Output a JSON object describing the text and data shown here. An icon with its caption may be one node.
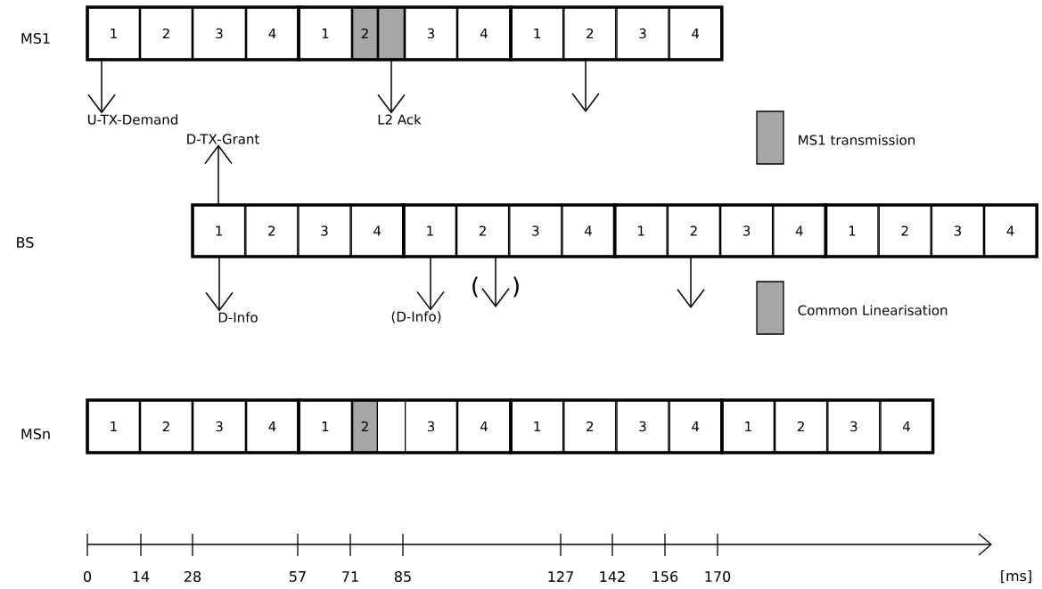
{
  "diagram": {
    "nodes": [
      {
        "text": [
          "1"
        ]
      },
      {
        "text": [
          "2"
        ]
      },
      {
        "text": [
          "3"
        ]
      },
      {
        "text": [
          "4"
        ]
      },
      {
        "text": [
          "1"
        ]
      },
      {
        "text": [
          "2"
        ]
      },
      {
        "text": [],
        "shape": "box"
      },
      {
        "text": [
          "3"
        ]
      },
      {
        "text": [
          "4"
        ]
      },
      {
        "text": [
          "1"
        ]
      },
      {
        "text": [
          "2"
        ]
      },
      {
        "text": [
          "3"
        ]
      },
      {
        "text": [
          "4"
        ]
      },
      {
        "text": [
          "U-TX-Demand"
        ]
      },
      {
        "text": [
          "L2 Ack"
        ]
      },
      {
        "text": [
          "D-TX-Grant"
        ]
      },
      {
        "text": [
          "1"
        ]
      },
      {
        "text": [
          "2"
        ]
      },
      {
        "text": [
          "3"
        ]
      },
      {
        "text": [
          "4"
        ]
      },
      {
        "text": [
          "1"
        ]
      },
      {
        "text": [
          "2"
        ]
      },
      {
        "text": [
          "3"
        ]
      },
      {
        "text": [
          "4"
        ]
      },
      {
        "text": [
          "1"
        ]
      },
      {
        "text": [
          "2"
        ]
      },
      {
        "text": [
          "3"
        ]
      },
      {
        "text": [
          "4"
        ]
      },
      {
        "text": [
          "1"
        ]
      },
      {
        "text": [
          "2"
        ]
      },
      {
        "text": [
          "3"
        ]
      },
      {
        "text": [
          "4"
        ]
      },
      {
        "text": [
          "D-Info"
        ]
      },
      {
        "text": [
          "(D-Info)"
        ]
      },
      {
        "text": [
          "1"
        ]
      },
      {
        "text": [
          "2"
        ]
      },
      {
        "text": [
          "3"
        ]
      },
      {
        "text": [
          "4"
        ]
      },
      {
        "text": [
          "1"
        ]
      },
      {
        "text": [
          "2"
        ]
      },
      {
        "text": [
          "3"
        ]
      },
      {
        "text": [
          "4"
        ]
      },
      {
        "text": [
          "1"
        ]
      },
      {
        "text": [
          "2"
        ]
      },
      {
        "text": [
          "3"
        ]
      },
      {
        "text": [
          "4"
        ]
      },
      {
        "text": [
          "1"
        ]
      },
      {
        "text": [
          "2"
        ]
      },
      {
        "text": [
          "3"
        ]
      },
      {
        "text": [
          "4"
        ]
      }
    ],
    "edges": [
      {
        "from": 0,
        "to": 13,
        "arrow": "to"
      },
      {
        "from": 6,
        "to": 14,
        "arrow": "to"
      },
      {
        "from": 10,
        "to": null,
        "arrow": "to"
      },
      {
        "from": 16,
        "to": 15,
        "arrow": "to"
      },
      {
        "from": 16,
        "to": 32,
        "arrow": "to"
      },
      {
        "from": 20,
        "to": 33,
        "arrow": "to"
      },
      {
        "from": 21,
        "to": null,
        "arrow": "to"
      },
      {
        "from": 25,
        "to": null,
        "arrow": "to"
      }
    ],
    "labels": [
      "MS1",
      "BS",
      "(",
      ")",
      "MSn",
      "0",
      "14",
      "28",
      "57",
      "71",
      "85",
      "127",
      "142",
      "156",
      "170",
      "[ms]"
    ],
    "legend": [
      {
        "text": "MS1 transmission",
        "color": "#a6a6a6"
      },
      {
        "text": "Common Linearisation",
        "color": "#a6a6a6"
      }
    ]
  }
}
